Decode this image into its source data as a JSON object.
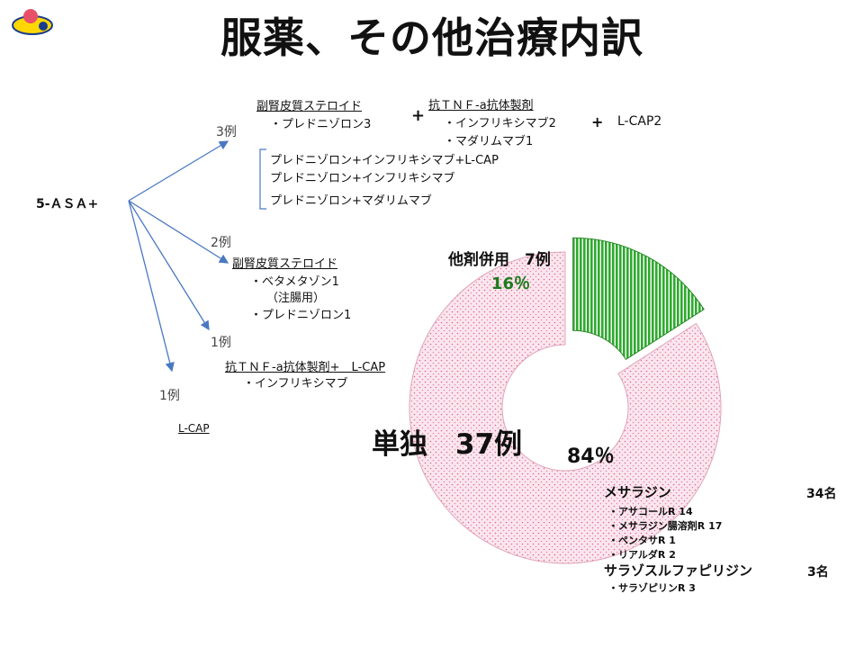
{
  "title": "服薬、その他治療内訳",
  "root_label": "5-ＡＳＡ+",
  "branches": {
    "b3": {
      "count": "3例",
      "steroid_heading": "副腎皮質ステロイド",
      "steroid_item": "・プレドニゾロン3",
      "plus1": "+",
      "antitnf_heading": "抗ＴＮＦ-a抗体製剤",
      "antitnf_item1": "・インフリキシマブ2",
      "antitnf_item2": "・マダリムマブ1",
      "plus2": "+",
      "lcap": "L-CAP2",
      "combos": [
        "プレドニゾロン+インフリキシマブ+L-CAP",
        "プレドニゾロン+インフリキシマブ",
        "プレドニゾロン+マダリムマブ"
      ]
    },
    "b2": {
      "count": "2例",
      "heading": "副腎皮質ステロイド",
      "item1": "・ベタメタゾン1",
      "item1_note": "（注腸用）",
      "item2": "・プレドニゾロン1"
    },
    "b1a": {
      "count": "1例",
      "heading": "抗ＴＮＦ-a抗体製剤+　L-CAP",
      "item1": "・インフリキシマブ"
    },
    "b1b": {
      "count": "1例",
      "item": "L-CAP"
    }
  },
  "chart_data": {
    "type": "pie",
    "slices": [
      {
        "label": "他剤併用　7例",
        "percent_label": "16％",
        "value": 7,
        "color": "#3fbf3f"
      },
      {
        "label": "単独　37例",
        "percent_label": "84％",
        "value": 37,
        "color": "#f4c6d6"
      }
    ]
  },
  "legend": {
    "mesalazine": "メサラジン",
    "mesalazine_count": "34名",
    "mesalazine_items": [
      "・アサコールR 14",
      "・メサラジン腸溶剤R 17",
      "・ペンタサR 1",
      "・リアルダR 2"
    ],
    "salazo": "サラゾスルファピリジン",
    "salazo_count": "3名",
    "salazo_items": [
      "・サラゾピリンR 3"
    ]
  }
}
